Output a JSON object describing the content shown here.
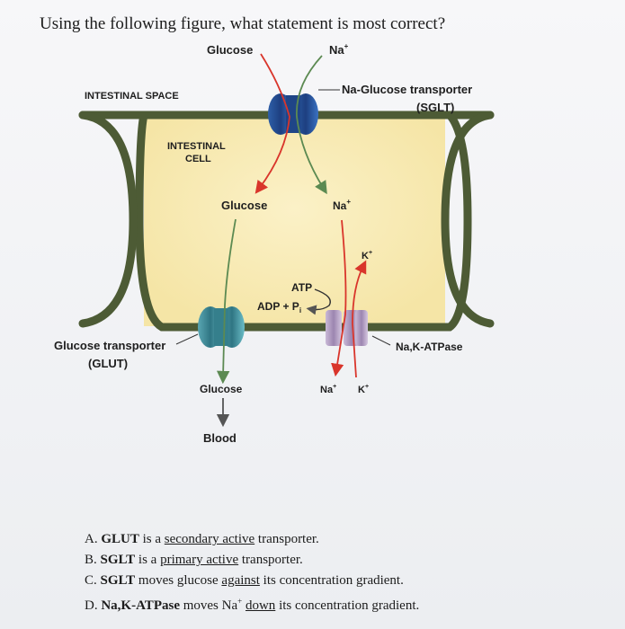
{
  "question": "Using the following figure, what statement is most correct?",
  "diagram": {
    "glucose_top": "Glucose",
    "na_top": "Na",
    "intestinal_space": "INTESTINAL SPACE",
    "sglt_name": "Na-Glucose transporter",
    "sglt_abbr": "(SGLT)",
    "intestinal_cell_line1": "INTESTINAL",
    "intestinal_cell_line2": "CELL",
    "glucose_inside": "Glucose",
    "na_inside": "Na",
    "k_inside": "K",
    "atp": "ATP",
    "adp": "ADP + P",
    "adp_sub": "i",
    "glut_name": "Glucose transporter",
    "glut_abbr": "(GLUT)",
    "nak_name": "Na,K-ATPase",
    "glucose_bottom": "Glucose",
    "blood": "Blood",
    "na_bottom": "Na",
    "k_bottom": "K",
    "plus": "+"
  },
  "options": [
    {
      "prefix": "A. ",
      "bold": "GLUT",
      "pre": " is a ",
      "underline": "secondary active",
      "post": " transporter."
    },
    {
      "prefix": "B. ",
      "bold": "SGLT",
      "pre": " is a ",
      "underline": "primary active",
      "post": " transporter."
    },
    {
      "prefix": "C. ",
      "bold": "SGLT",
      "pre": " moves glucose ",
      "underline": "against",
      "post": " its concentration gradient."
    },
    {
      "prefix": "D. ",
      "bold": "Na,K-ATPase",
      "pre": " moves Na",
      "sup": "+",
      "mid": " ",
      "underline": "down",
      "post": " its concentration gradient."
    }
  ]
}
